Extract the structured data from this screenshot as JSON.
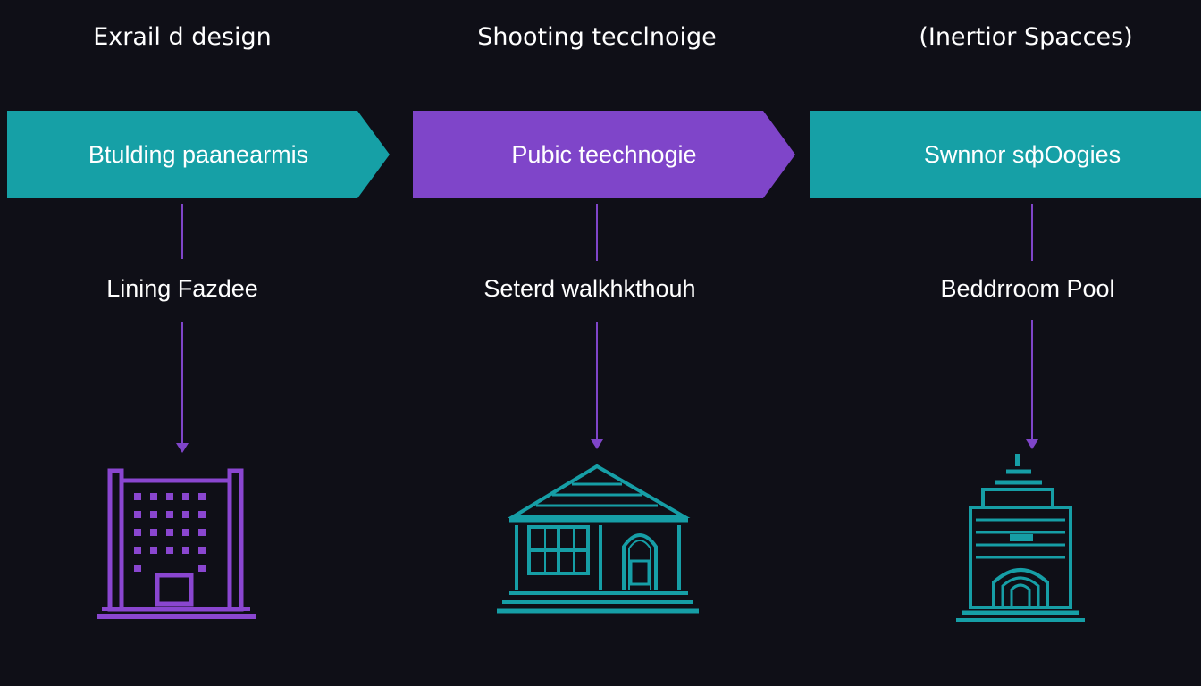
{
  "colors": {
    "background": "#0f0f17",
    "teal": "#16a0a6",
    "purple": "#7f45c9",
    "text": "#ffffff"
  },
  "columns": [
    {
      "title": "Exrail d design",
      "banner": {
        "label": "Btulding paanearmis",
        "color": "teal"
      },
      "step_label": "Lining Fazdee",
      "icon": "office-building-icon"
    },
    {
      "title": "Shooting tecclnoige",
      "banner": {
        "label": "Pubic teechnogie",
        "color": "purple"
      },
      "step_label": "Seterd walkhkthouh",
      "icon": "classical-house-icon"
    },
    {
      "title": "(Inertior Spacces)",
      "banner": {
        "label": "Swnnor sфOogies",
        "color": "teal"
      },
      "step_label": "Beddrroom Pool",
      "icon": "tower-building-icon"
    }
  ]
}
